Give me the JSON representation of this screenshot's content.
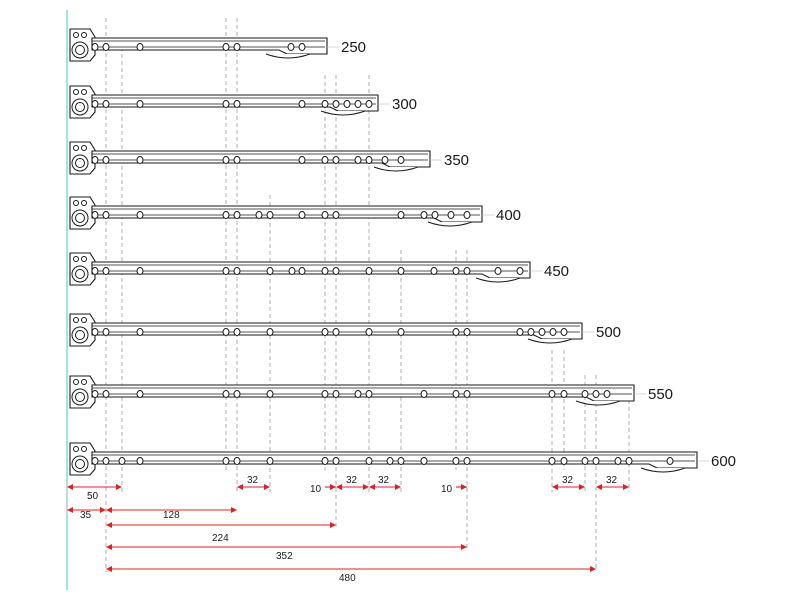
{
  "colors": {
    "dimension": "#e02020",
    "wall": "#5fd3d3",
    "rail": "#1a1a1a",
    "guide": "#9a9a9a"
  },
  "rails": [
    {
      "size": "250"
    },
    {
      "size": "300"
    },
    {
      "size": "350"
    },
    {
      "size": "400"
    },
    {
      "size": "450"
    },
    {
      "size": "500"
    },
    {
      "size": "550"
    },
    {
      "size": "600"
    }
  ],
  "dimensions": {
    "d50": "50",
    "d35": "35",
    "d128": "128",
    "d224": "224",
    "d352": "352",
    "d480": "480",
    "d32a": "32",
    "d10a": "10",
    "d32b": "32",
    "d32c": "32",
    "d10b": "10",
    "d32d": "32",
    "d32e": "32"
  }
}
